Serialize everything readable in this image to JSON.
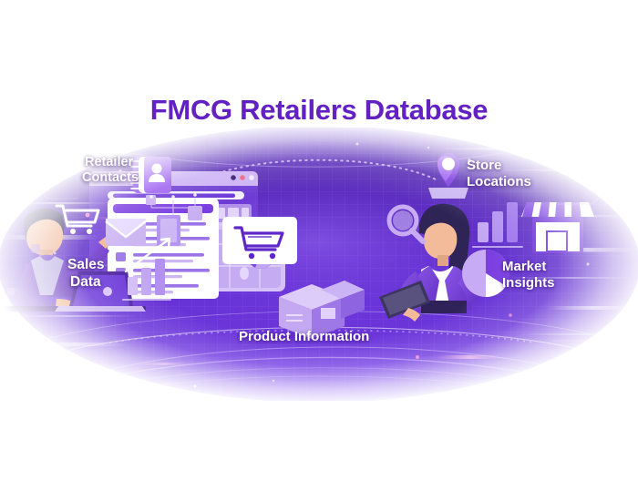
{
  "page": {
    "title": "FMCG Retailers Database",
    "title_color": "#6321c4",
    "background": "#ffffff"
  },
  "banner": {
    "base_color": "#6a2ed6",
    "deep_color": "#3a1280",
    "glow_color": "#b07ff5",
    "accent_color": "#d9b8ff"
  },
  "labels": {
    "retailer_contacts": "Retailer\nContacts",
    "retailer_contacts_line1": "Retailer",
    "retailer_contacts_line2": "Contacts",
    "sales_data_line1": "Sales",
    "sales_data_line2": "Data",
    "store_locations_line1": "Store",
    "store_locations_line2": "Locations",
    "market_insights_line1": "Market",
    "market_insights_line2": "Insights",
    "product_information": "Product Information"
  },
  "icons": {
    "contact_book": "contact-book-icon",
    "shopping_cart": "shopping-cart-icon",
    "envelope": "envelope-icon",
    "bar_chart_growth": "bar-chart-growth-icon",
    "map_pin": "map-pin-icon",
    "storefront": "storefront-icon",
    "bar_chart": "bar-chart-icon",
    "pie_chart": "pie-chart-icon",
    "magnifier": "magnifier-icon",
    "packages": "package-boxes-icon",
    "laptop": "laptop-icon",
    "tablet": "tablet-icon"
  },
  "browser_window": {
    "dots_left": [
      "#6a46c0",
      "#7b59cc",
      "#8d6dd6"
    ],
    "dots_right": [
      "#2f1070",
      "#e8607e",
      "#f2e9ff"
    ]
  },
  "figures": {
    "left_person": "man-with-laptop",
    "right_person": "woman-with-tablet"
  }
}
